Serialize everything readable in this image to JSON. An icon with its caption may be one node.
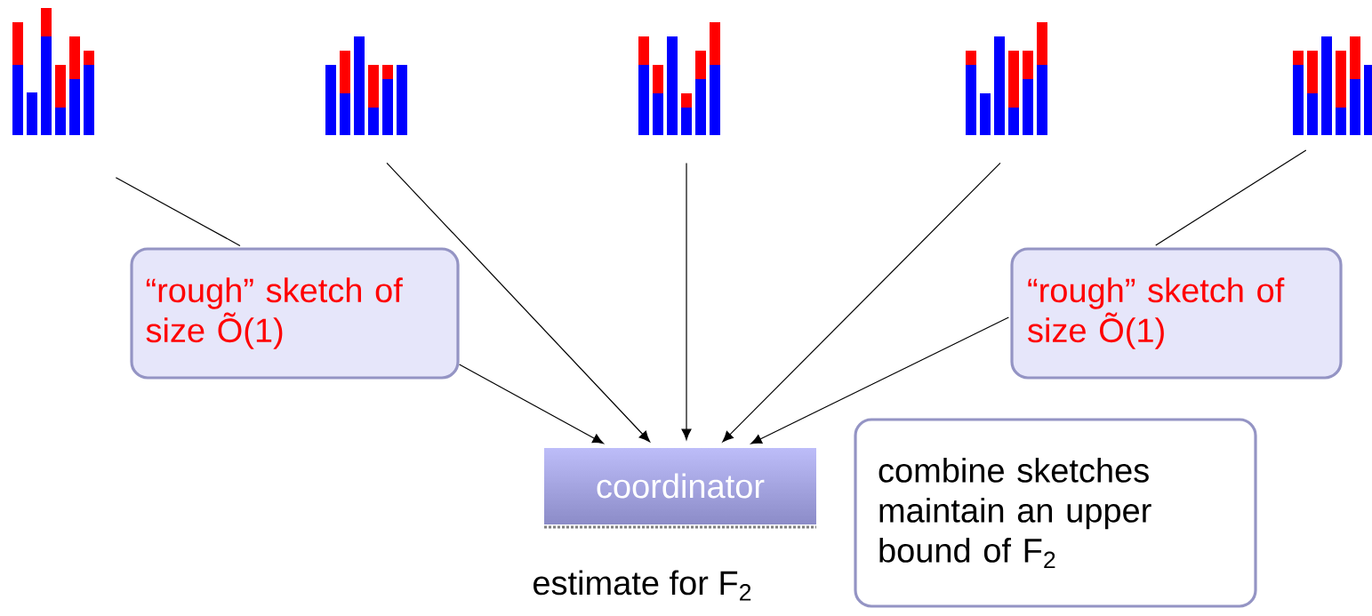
{
  "diagram": {
    "nodes": [
      {
        "text": [],
        "shape": "picture"
      },
      {
        "text": [],
        "shape": "picture"
      },
      {
        "text": [],
        "shape": "picture"
      },
      {
        "text": [],
        "shape": "picture"
      },
      {
        "text": [],
        "shape": "picture"
      },
      {
        "text": [
          "“rough” sketch of size Õ(1)"
        ]
      },
      {
        "text": [
          "“rough” sketch of size Õ(1)"
        ]
      },
      {
        "text": [
          "coordinator"
        ],
        "beside": [
          "estimate for F$_{2}$"
        ]
      },
      {
        "text": [
          "combine sketches",
          "maintain an upper bound of F$_{2}$"
        ]
      }
    ],
    "edges": [
      {
        "from": 0,
        "to": 5,
        "arrow": "none"
      },
      {
        "from": 5,
        "to": 7,
        "arrow": "to"
      },
      {
        "from": 1,
        "to": 7,
        "arrow": "to"
      },
      {
        "from": 2,
        "to": 7,
        "arrow": "to"
      },
      {
        "from": 3,
        "to": 7,
        "arrow": "to"
      },
      {
        "from": 4,
        "to": 6,
        "arrow": "none"
      },
      {
        "from": 6,
        "to": 7,
        "arrow": "to"
      }
    ]
  }
}
